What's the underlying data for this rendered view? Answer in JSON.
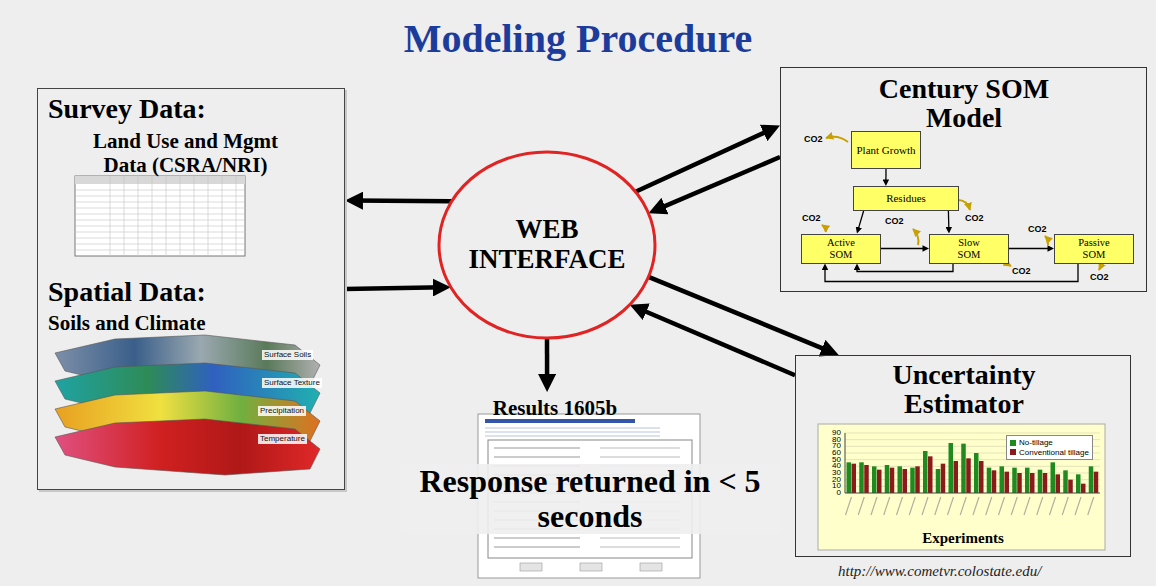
{
  "diagram": {
    "title": "Modeling Procedure",
    "nodes": [
      {
        "text": [
          "Survey Data:",
          "Land Use and Mgmt Data (CSRA/NRI)",
          "Spatial Data:",
          "Soils and Climate"
        ]
      },
      {
        "text": [
          "WEB INTERFACE"
        ]
      },
      {
        "text": [
          "Century SOM Model"
        ]
      },
      {
        "text": [
          "Plant Growth"
        ],
        "in": 2
      },
      {
        "text": [
          "Residues"
        ],
        "in": 2
      },
      {
        "text": [
          "Active SOM"
        ],
        "in": 2
      },
      {
        "text": [
          "Slow SOM"
        ],
        "in": 2
      },
      {
        "text": [
          "Passive SOM"
        ],
        "in": 2
      },
      {
        "text": [
          "Uncertainty Estimator"
        ]
      },
      {
        "text": [
          "Results 1605b",
          "Response returned in < 5 seconds"
        ]
      }
    ],
    "edges": [
      {
        "from": 1,
        "to": 0,
        "arrow": "to"
      },
      {
        "from": 0,
        "to": 1,
        "arrow": "to"
      },
      {
        "from": 1,
        "to": 2,
        "arrow": "to"
      },
      {
        "from": 2,
        "to": 1,
        "arrow": "to"
      },
      {
        "from": 1,
        "to": 8,
        "arrow": "to"
      },
      {
        "from": 8,
        "to": 1,
        "arrow": "to"
      },
      {
        "from": 1,
        "to": 9,
        "arrow": "to"
      },
      {
        "from": 3,
        "to": 4,
        "arrow": "to"
      },
      {
        "from": 4,
        "to": 5,
        "arrow": "to"
      },
      {
        "from": 4,
        "to": 6,
        "arrow": "to"
      },
      {
        "from": 5,
        "to": 6,
        "arrow": "to"
      },
      {
        "from": 6,
        "to": 7,
        "arrow": "to"
      },
      {
        "from": 6,
        "to": 5,
        "arrow": "to"
      },
      {
        "from": 7,
        "to": 5,
        "arrow": "to"
      }
    ],
    "labels": [
      "CO2",
      "CO2",
      "CO2",
      "CO2",
      "CO2",
      "CO2",
      "CO2",
      "Surface Soils",
      "Surface Texture",
      "Precipitation",
      "Temperature",
      "0",
      "10",
      "20",
      "30",
      "40",
      "50",
      "60",
      "70",
      "80",
      "90",
      "Experiments",
      "http://www.cometvr.colostate.edu/"
    ],
    "legend": [
      {
        "text": "No-tillage",
        "color": "#1f8a1f"
      },
      {
        "text": "Conventional tillage",
        "color": "#8b1a1a"
      }
    ]
  }
}
